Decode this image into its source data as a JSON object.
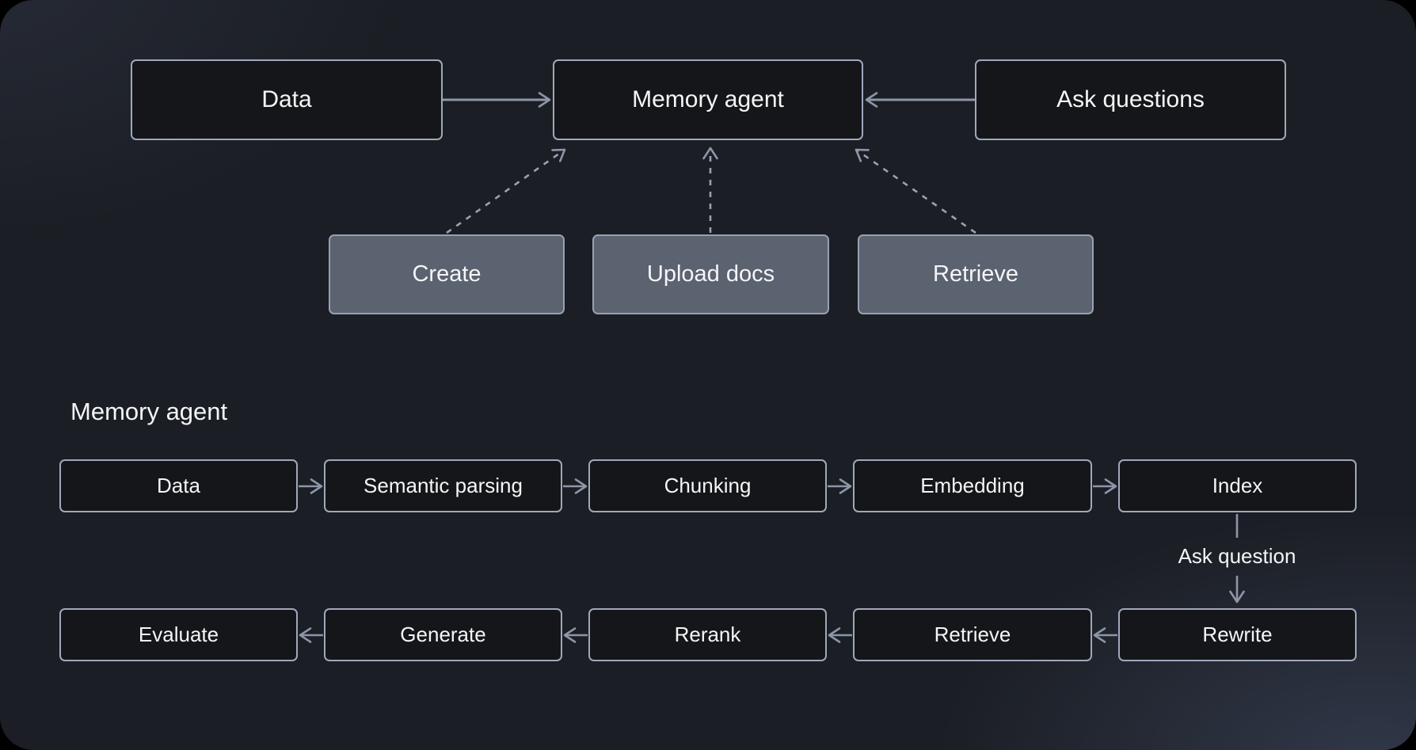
{
  "overview": {
    "nodes": {
      "data": "Data",
      "memory_agent": "Memory agent",
      "ask_questions": "Ask questions",
      "create": "Create",
      "upload_docs": "Upload docs",
      "retrieve": "Retrieve"
    }
  },
  "detail": {
    "heading": "Memory agent",
    "row1": [
      "Data",
      "Semantic parsing",
      "Chunking",
      "Embedding",
      "Index"
    ],
    "connector_label": "Ask question",
    "row2": [
      "Evaluate",
      "Generate",
      "Rerank",
      "Retrieve",
      "Rewrite"
    ]
  },
  "colors": {
    "canvas_background": "#1b1e24",
    "node_dark_fill": "#151619",
    "node_dark_border": "#9fa8bc",
    "node_gray_fill": "#5b6270",
    "node_gray_border": "#99a1b0",
    "connector": "#8d96a8",
    "text": "#f4f5f7"
  }
}
